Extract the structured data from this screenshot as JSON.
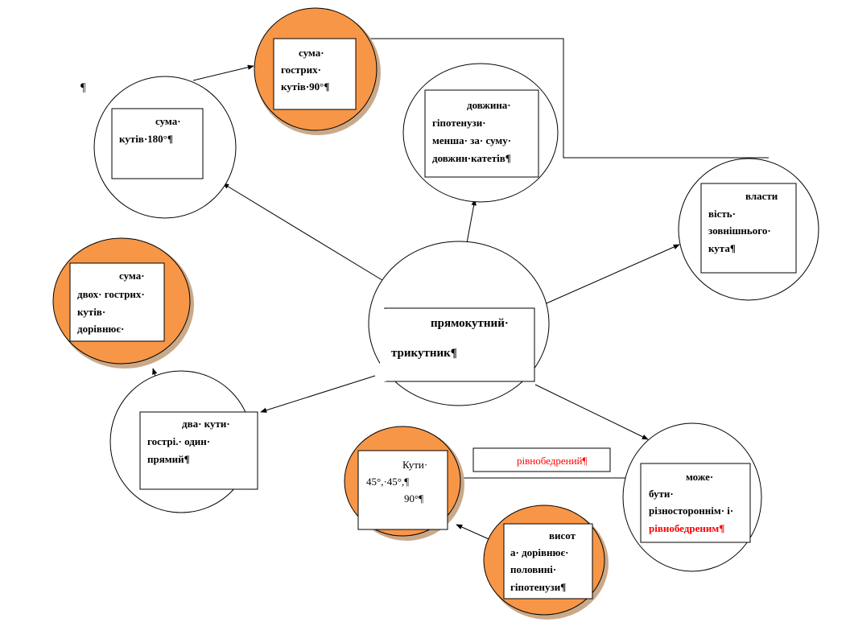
{
  "colors": {
    "orange_fill": "#f79646",
    "red_text": "#ff0000",
    "line": "#000000"
  },
  "stray_mark": "¶",
  "nodes": {
    "sum_acute": {
      "lines": [
        "сума·",
        "гострих·",
        "кутів·90°¶"
      ]
    },
    "sum_180": {
      "lines": [
        "сума·",
        "кутів·180°¶"
      ]
    },
    "hypotenuse": {
      "lines": [
        "довжина·",
        "гіпотенузи·",
        "менша· за· суму·",
        "довжин·катетів¶"
      ]
    },
    "exterior": {
      "lines": [
        "власти",
        "вість·",
        "зовнішнього·",
        "кута¶"
      ]
    },
    "two_acute": {
      "lines": [
        "сума·",
        "двох· гострих·",
        "кутів·",
        "дорівнює·"
      ]
    },
    "center": {
      "lines": [
        "прямокутний·",
        "трикутник¶"
      ]
    },
    "angles": {
      "lines": [
        "два·  кути·",
        "гострі.·     один·",
        "прямий¶"
      ]
    },
    "angles_45": {
      "lines": [
        "Кути·",
        "45°,·45°,¶",
        "90°¶"
      ]
    },
    "isosceles_label": {
      "text": "рівнобедрений¶"
    },
    "may_be": {
      "lines": [
        "може·",
        "бути·",
        "різностороннім· і·",
        "рівнобедреним¶"
      ]
    },
    "altitude": {
      "lines": [
        "висот",
        "а·  дорівнює·",
        "половині·",
        "гіпотенузи¶"
      ]
    }
  }
}
